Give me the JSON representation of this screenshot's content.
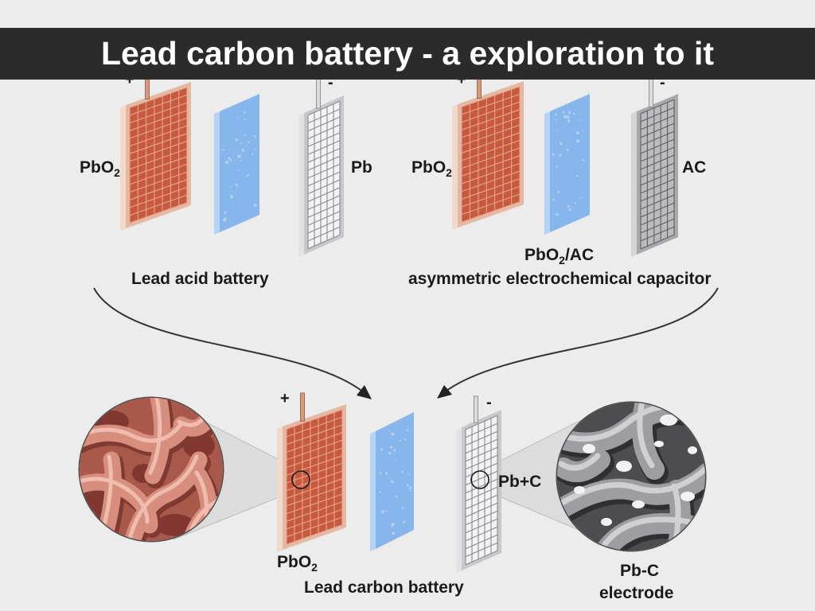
{
  "title": "Lead carbon battery - a exploration to it",
  "colors": {
    "page_background": "#ececec",
    "title_bar": "#2b2b2b",
    "title_text": "#ffffff",
    "positive_plate": "#c55a3f",
    "positive_plate_frame": "#e3b9a4",
    "positive_grid": "#eaa58d",
    "negative_plate": "#f3f3f5",
    "negative_plate_frame": "#c8c8cc",
    "negative_grid": "#8a8a8f",
    "carbon_plate": "#bcbcc0",
    "carbon_grid": "#5e5e63",
    "separator": "#86b6ec",
    "separator_edge": "#b4d3f6",
    "arrow": "#333333",
    "label_text": "#1a1a1a"
  },
  "lead_acid_battery": {
    "caption": "Lead acid battery",
    "positive": {
      "sign": "+",
      "label": {
        "base": "PbO",
        "sub": "2"
      }
    },
    "negative": {
      "sign": "-",
      "label": "Pb"
    }
  },
  "asymmetric_capacitor": {
    "caption": "asymmetric electrochemical capacitor",
    "positive": {
      "sign": "+",
      "label": {
        "base": "PbO",
        "sub": "2"
      }
    },
    "negative": {
      "sign": "-",
      "label": "AC"
    },
    "composite_label": {
      "base": "PbO",
      "sub": "2",
      "suffix": "/AC"
    }
  },
  "lead_carbon_battery": {
    "caption": "Lead carbon battery",
    "positive": {
      "sign": "+",
      "label": {
        "base": "PbO",
        "sub": "2"
      }
    },
    "negative": {
      "sign": "-",
      "label": "Pb+C"
    },
    "electrode_caption": {
      "line1": "Pb-C",
      "line2": "electrode"
    }
  }
}
